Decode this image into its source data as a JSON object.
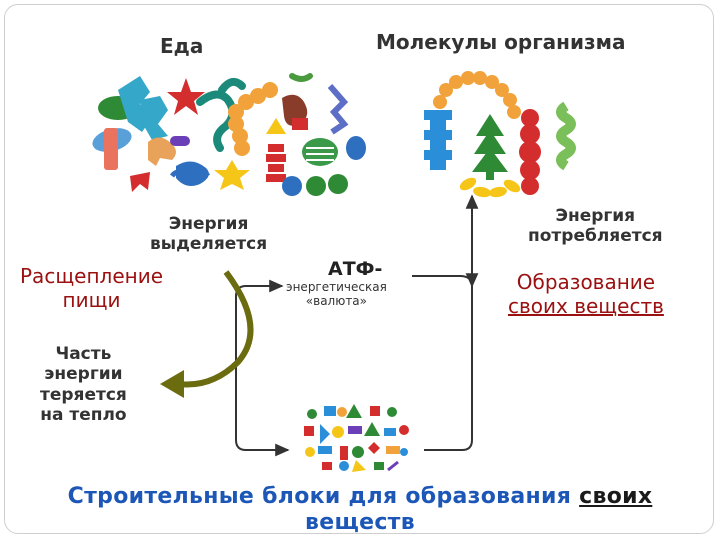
{
  "labels": {
    "food": "Еда",
    "organism_molecules": "Молекулы организма",
    "energy_released_line1": "Энергия",
    "energy_released_line2": "выделяется",
    "energy_consumed_line1": "Энергия",
    "energy_consumed_line2": "потребляется",
    "food_breakdown_line1": "Расщепление",
    "food_breakdown_line2": "пищи",
    "atp": "АТФ-",
    "atp_sub_line1": "энергетическая",
    "atp_sub_line2": "«валюта»",
    "synthesis_line1": "Образование",
    "synthesis_line2": "своих веществ",
    "heat_line1": "Часть",
    "heat_line2": "энергии",
    "heat_line3": "теряется",
    "heat_line4": "на тепло",
    "bottom_part1": "Строительные блоки для образования ",
    "bottom_part2": "своих",
    "bottom_part3": "веществ"
  },
  "colors": {
    "arrow": "#333333",
    "heat_arrow": "#6b6b10",
    "bottom_text": "#1c57b8",
    "process_text": "#9b1010"
  }
}
